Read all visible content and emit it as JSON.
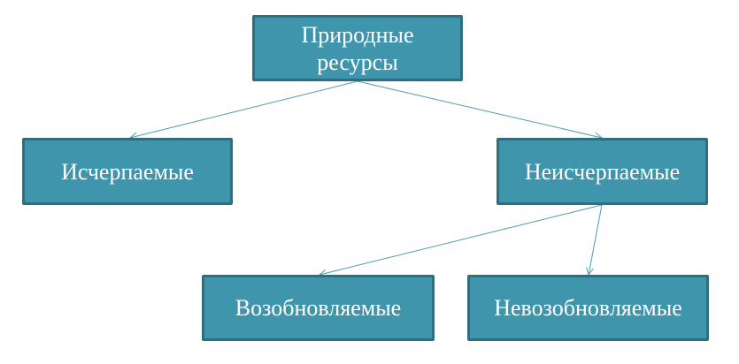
{
  "nodes": {
    "root": "Природные ресурсы",
    "exhaustible": "Исчерпаемые",
    "inexhaustible": "Неисчерпаемые",
    "renewable": "Возобновляемые",
    "nonrenewable": "Невозобновляемые"
  },
  "colors": {
    "fill": "#3f95ab",
    "border": "#2e6e7f",
    "arrow": "#4a9db3"
  }
}
